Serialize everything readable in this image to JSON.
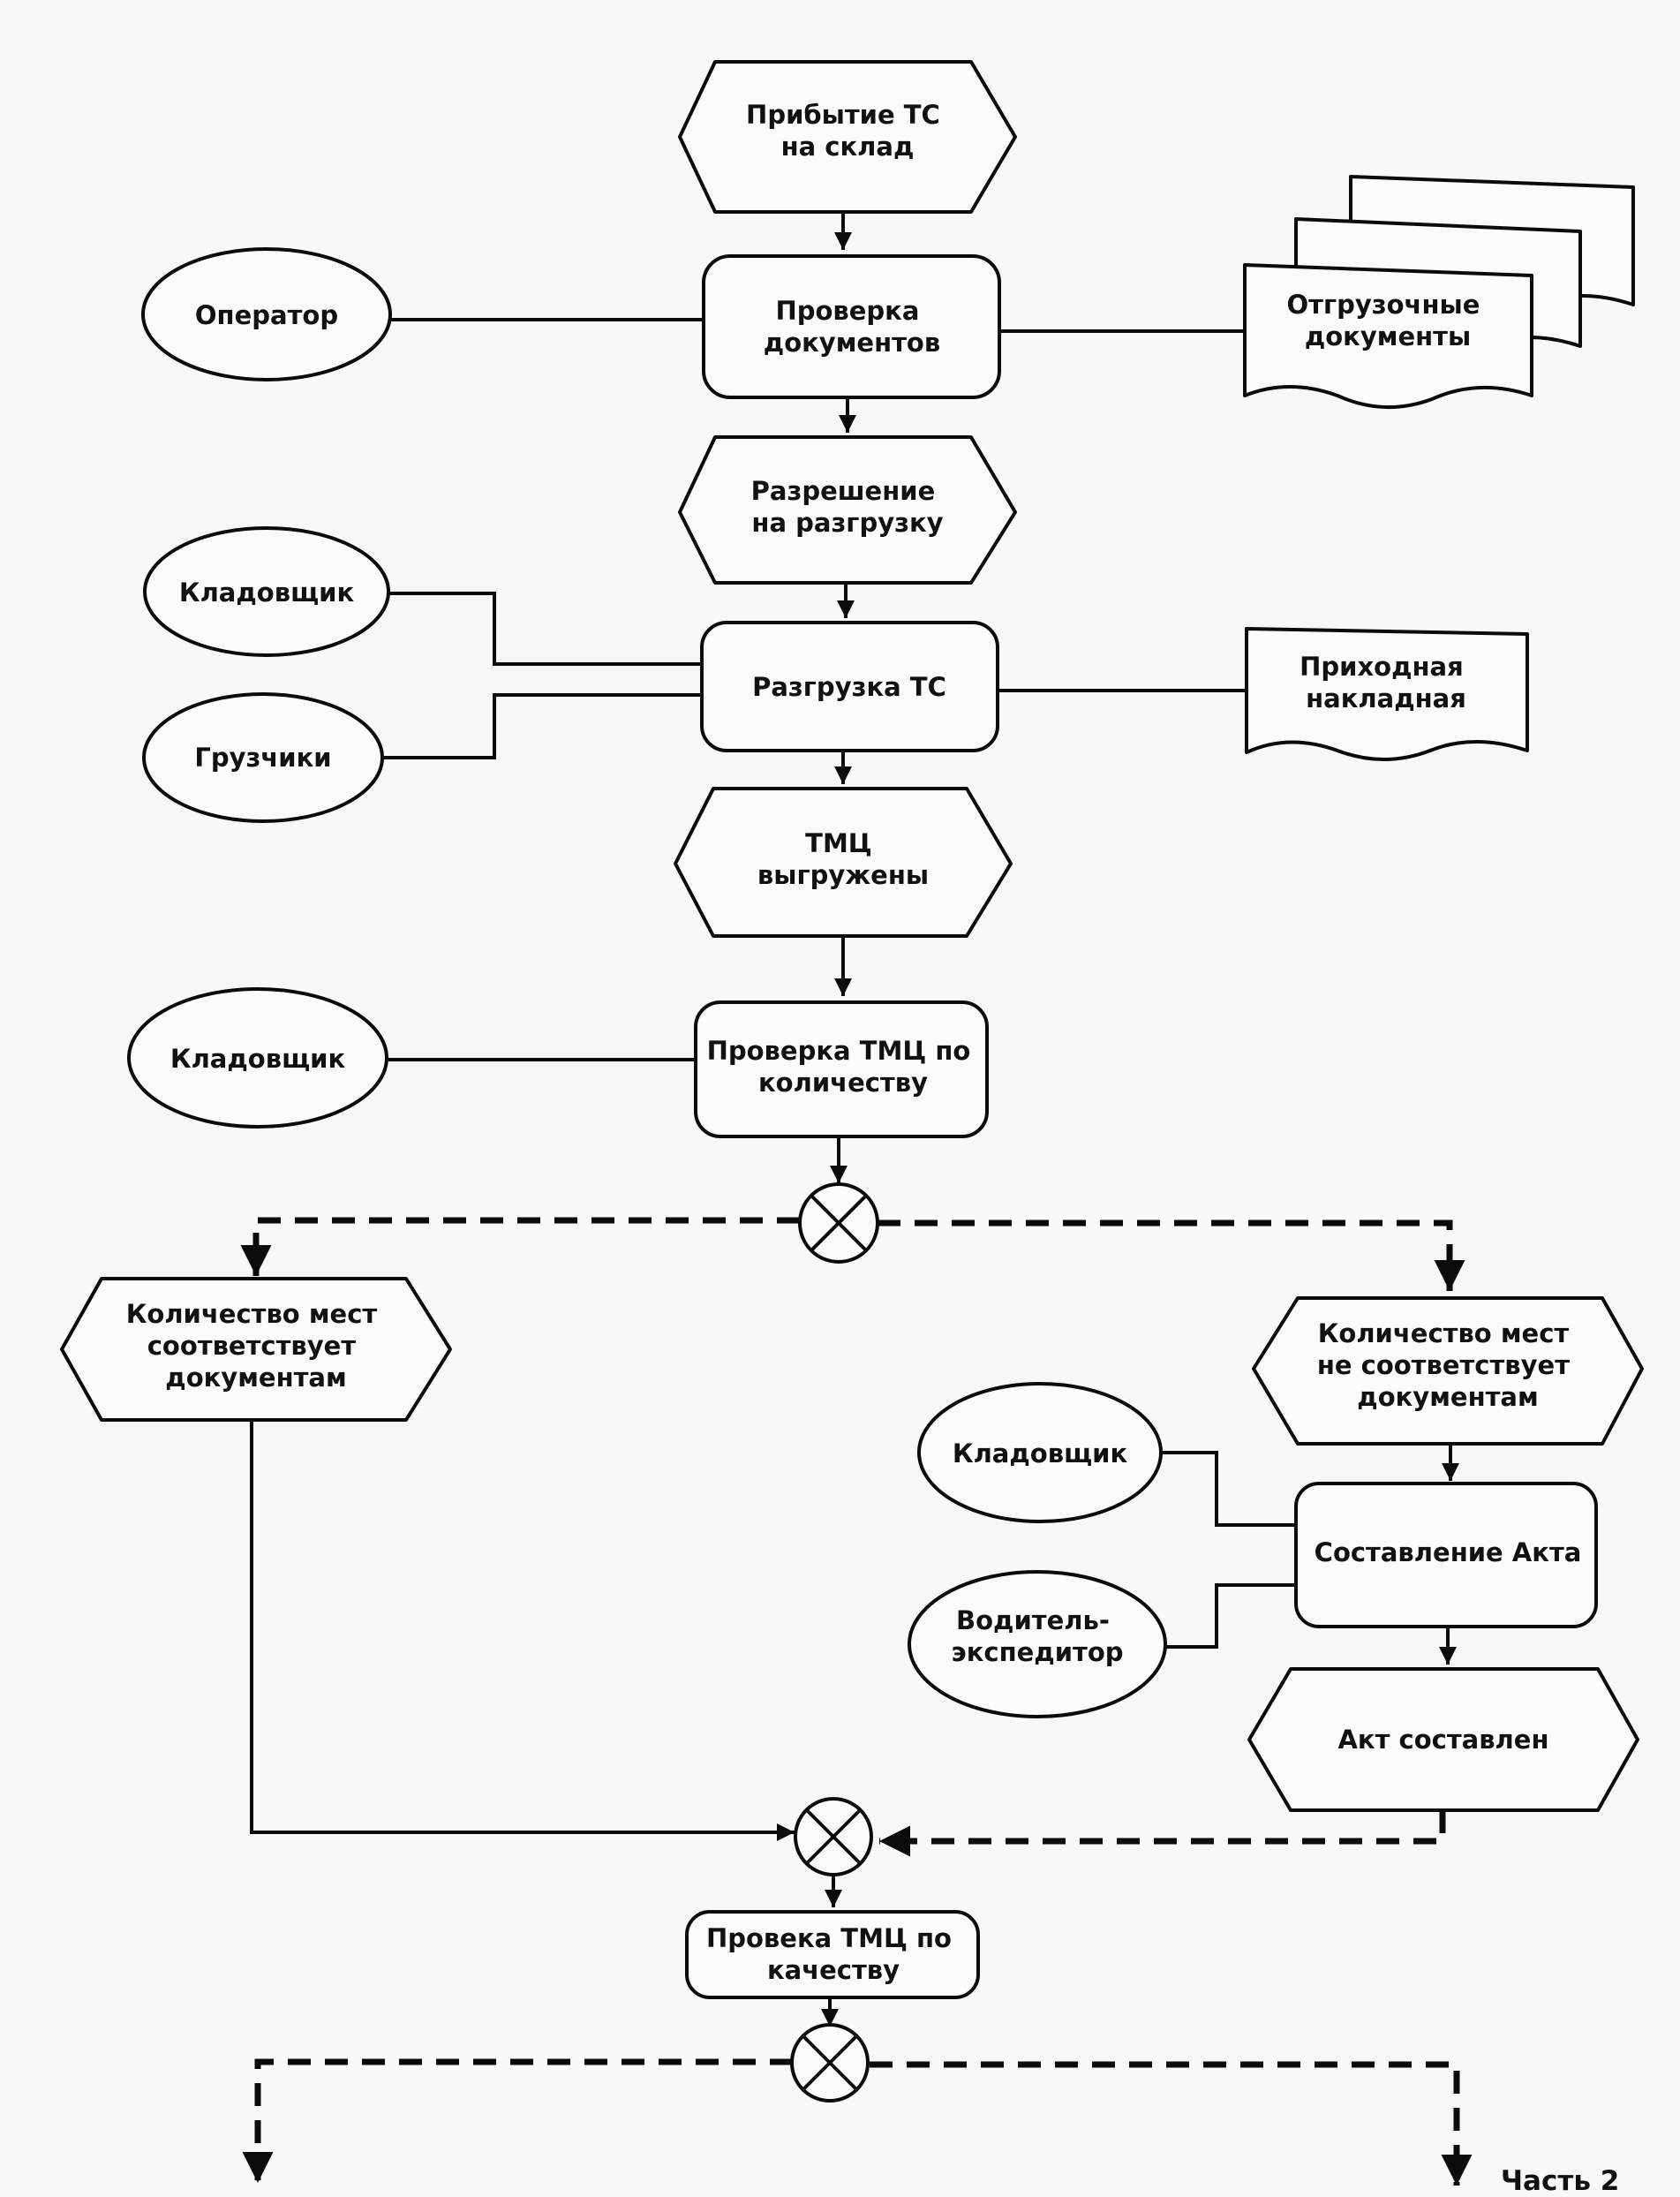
{
  "diagram": {
    "events": {
      "arrival": [
        "Прибытие ТС",
        "на склад"
      ],
      "permission": [
        "Разрешение",
        "на разгрузку"
      ],
      "unloaded": [
        "ТМЦ",
        "выгружены"
      ],
      "qty_match": [
        "Количество мест",
        "соответствует",
        "документам"
      ],
      "qty_mismatch": [
        "Количество мест",
        "не соответствует",
        "документам"
      ],
      "act_done": [
        "Акт составлен"
      ]
    },
    "functions": {
      "check_docs": [
        "Проверка",
        "документов"
      ],
      "unload": [
        "Разгрузка ТС"
      ],
      "check_qty": [
        "Проверка ТМЦ по",
        "количеству"
      ],
      "make_act": [
        "Составление Акта"
      ],
      "check_quality": [
        "Провека ТМЦ по",
        "качеству"
      ]
    },
    "roles": {
      "operator": [
        "Оператор"
      ],
      "storekeeper_1": [
        "Кладовщик"
      ],
      "loaders": [
        "Грузчики"
      ],
      "storekeeper_2": [
        "Кладовщик"
      ],
      "storekeeper_3": [
        "Кладовщик"
      ],
      "driver": [
        "Водитель-",
        "экспедитор"
      ]
    },
    "documents": {
      "shipping_docs": [
        "Отгрузочные",
        "документы"
      ],
      "receipt_invoice": [
        "Приходная",
        "накладная"
      ]
    },
    "continuation": "Часть 2"
  }
}
